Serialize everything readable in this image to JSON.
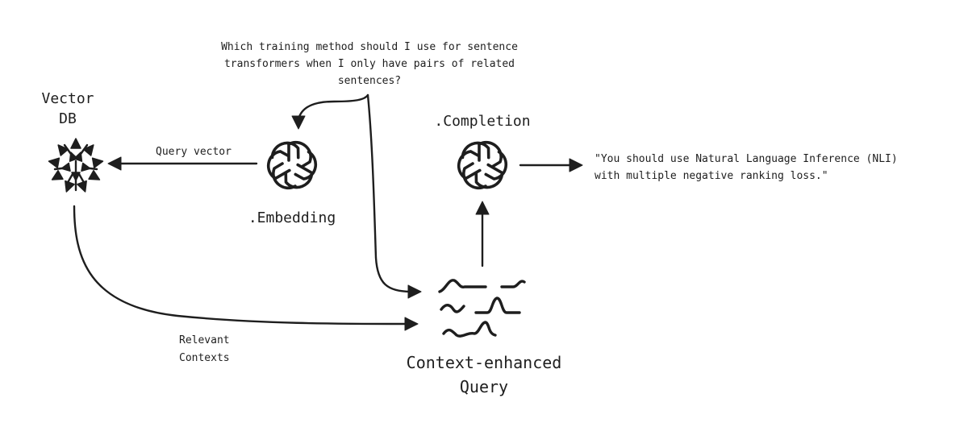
{
  "question": {
    "lines": [
      "Which training method should I use for sentence",
      "transformers when I only have pairs of related",
      "sentences?"
    ]
  },
  "vector_db": {
    "label_lines": [
      "Vector",
      "DB"
    ],
    "icon": "vector-db-icon"
  },
  "embedding": {
    "label": ".Embedding",
    "icon": "openai-logo-icon"
  },
  "completion": {
    "label": ".Completion",
    "icon": "openai-logo-icon"
  },
  "query_vector_label": "Query vector",
  "relevant_contexts": {
    "lines": [
      "Relevant",
      "Contexts"
    ]
  },
  "context_query": {
    "label_lines": [
      "Context-enhanced",
      "Query"
    ],
    "icon": "text-squiggle-icon"
  },
  "answer": {
    "lines": [
      "\"You should use Natural Language Inference (NLI)",
      "with multiple negative ranking loss.\""
    ]
  },
  "colors": {
    "ink": "#1e1e1e",
    "background": "#ffffff"
  }
}
